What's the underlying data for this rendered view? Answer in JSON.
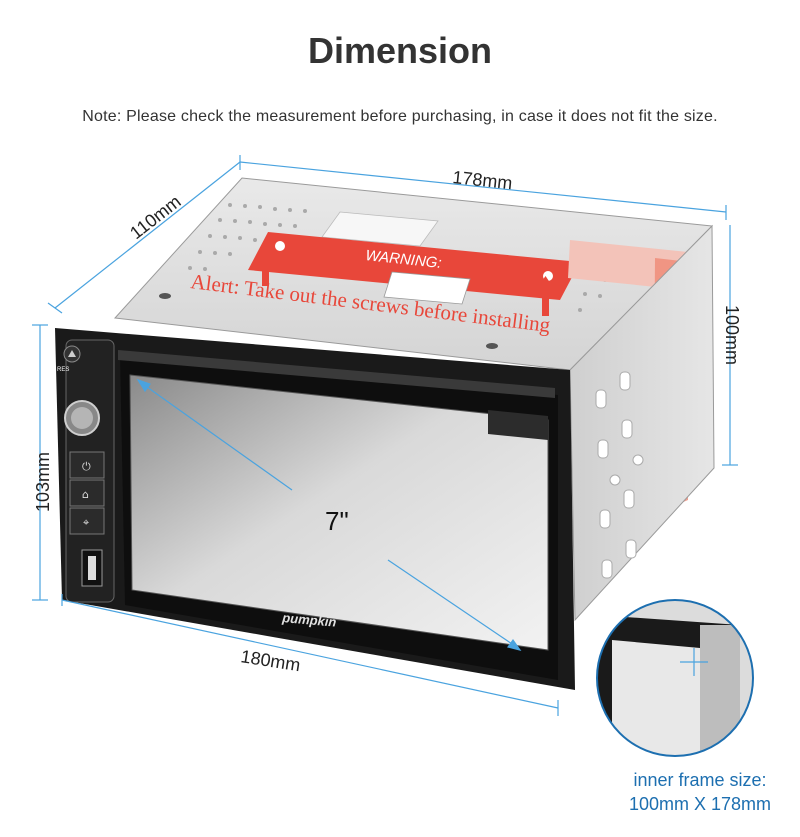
{
  "title": "Dimension",
  "note": "Note: Please check the measurement before purchasing, in case it does not fit the size.",
  "dimensions": {
    "top_width": "178mm",
    "depth": "110mm",
    "right_height": "100mm",
    "left_height": "103mm",
    "bottom_width": "180mm",
    "screen_size": "7\""
  },
  "labels": {
    "warning": "WARNING:",
    "alert": "Alert: Take out the screws before installing",
    "brand": "pumpkin",
    "res": "RES"
  },
  "inset_caption": {
    "line1": "inner frame size:",
    "line2": "100mm X 178mm"
  },
  "colors": {
    "dimension_line": "#4aa3df",
    "caption": "#1d6fb0",
    "warning_red": "#e8473a"
  }
}
